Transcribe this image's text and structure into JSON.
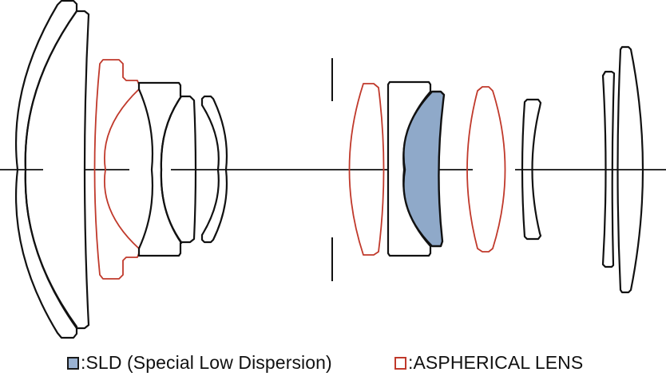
{
  "diagram": {
    "type": "lens-construction-diagram",
    "colors": {
      "standard_element_outline": "#111111",
      "aspherical_outline": "#c0392b",
      "sld_fill": "#8fa9c9"
    },
    "elements": [
      {
        "id": "g1",
        "kind": "standard"
      },
      {
        "id": "g2",
        "kind": "standard"
      },
      {
        "id": "g3",
        "kind": "aspherical"
      },
      {
        "id": "g4",
        "kind": "standard"
      },
      {
        "id": "g5",
        "kind": "standard"
      },
      {
        "id": "g6",
        "kind": "standard"
      },
      {
        "id": "g7",
        "kind": "aspherical"
      },
      {
        "id": "g8",
        "kind": "standard"
      },
      {
        "id": "g9",
        "kind": "sld"
      },
      {
        "id": "g10",
        "kind": "aspherical"
      },
      {
        "id": "g11",
        "kind": "standard"
      },
      {
        "id": "g12",
        "kind": "standard"
      },
      {
        "id": "g13",
        "kind": "standard"
      }
    ]
  },
  "legend": {
    "items": [
      {
        "key": "sld",
        "label": ":SLD (Special Low Dispersion)",
        "color": "#9ab2d2"
      },
      {
        "key": "aspherical",
        "label": ":ASPHERICAL LENS",
        "color": "#c0392b"
      }
    ]
  }
}
